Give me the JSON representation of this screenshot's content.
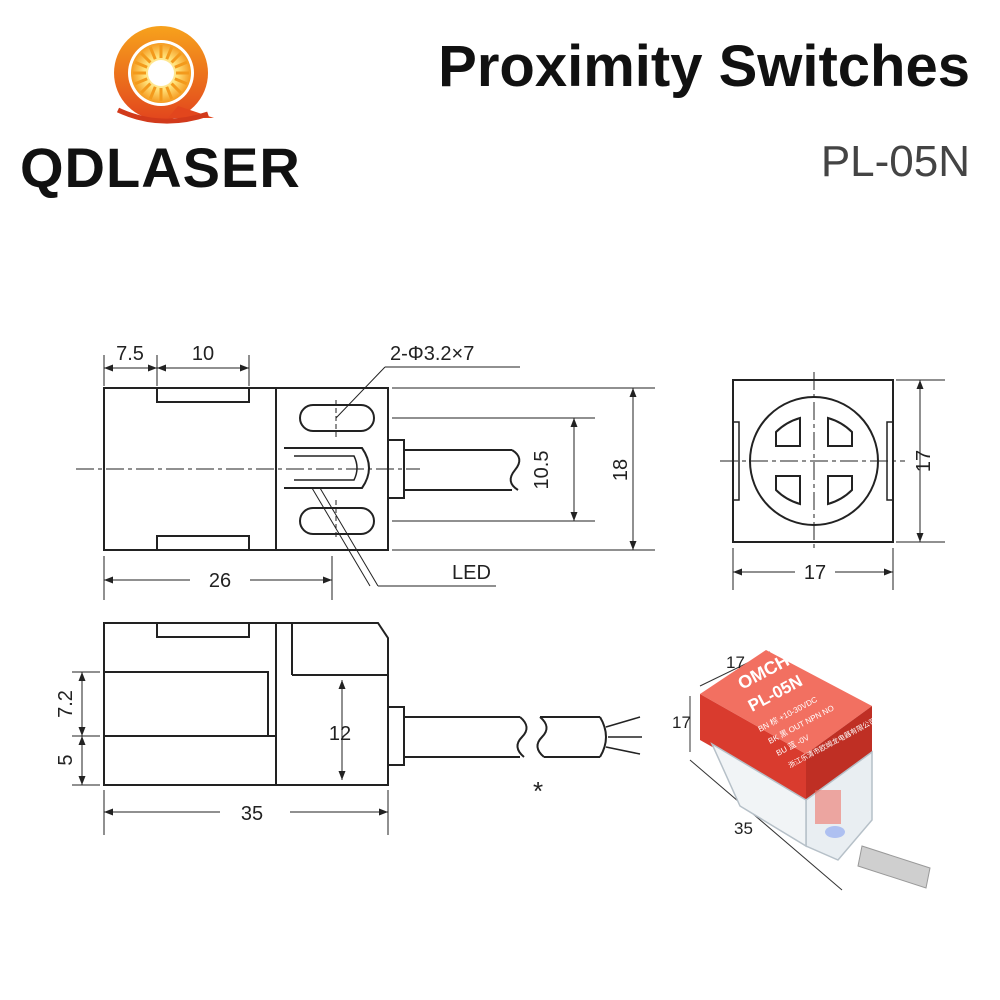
{
  "header": {
    "brand": "QDLASER",
    "title": "Proximity Switches",
    "model": "PL-05N"
  },
  "colors": {
    "logo_orange": "#f07a1a",
    "logo_sun": "#ffcc33",
    "logo_red": "#e53a1c",
    "product_red": "#e8453a",
    "line": "#222222"
  },
  "drawing": {
    "top_view": {
      "dim_7_5": "7.5",
      "dim_10": "10",
      "hole_spec": "2-Φ3.2×7",
      "dim_10_5": "10.5",
      "dim_18": "18",
      "dim_26": "26",
      "led_label": "LED"
    },
    "end_view": {
      "dim_17_h": "17",
      "dim_17_w": "17"
    },
    "side_view": {
      "dim_7_2": "7.2",
      "dim_5": "5",
      "dim_12": "12",
      "dim_35": "35",
      "asterisk": "*"
    }
  },
  "product_photo": {
    "brand_text": "OMCH",
    "registered": "®",
    "model_text": "PL-05N",
    "line1": "BN 棕 +10-30VDC",
    "line2": "BK 黑 OUT NPN NO",
    "line3": "BU 蓝 -0V",
    "line4": "浙江乐清市欧姆龙电器有限公司",
    "dim_17_top": "17",
    "dim_17_side": "17",
    "dim_35": "35"
  }
}
